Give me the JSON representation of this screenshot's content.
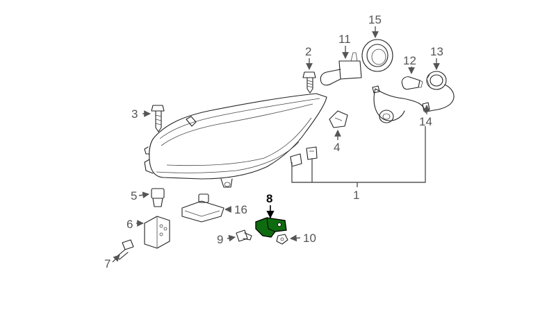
{
  "callouts": {
    "c1": "1",
    "c2": "2",
    "c3": "3",
    "c4": "4",
    "c5": "5",
    "c6": "6",
    "c7": "7",
    "c8": "8",
    "c9": "9",
    "c10": "10",
    "c11": "11",
    "c12": "12",
    "c13": "13",
    "c14": "14",
    "c15": "15",
    "c16": "16"
  },
  "highlight": {
    "part": "8",
    "color": "#0f6b0f"
  }
}
